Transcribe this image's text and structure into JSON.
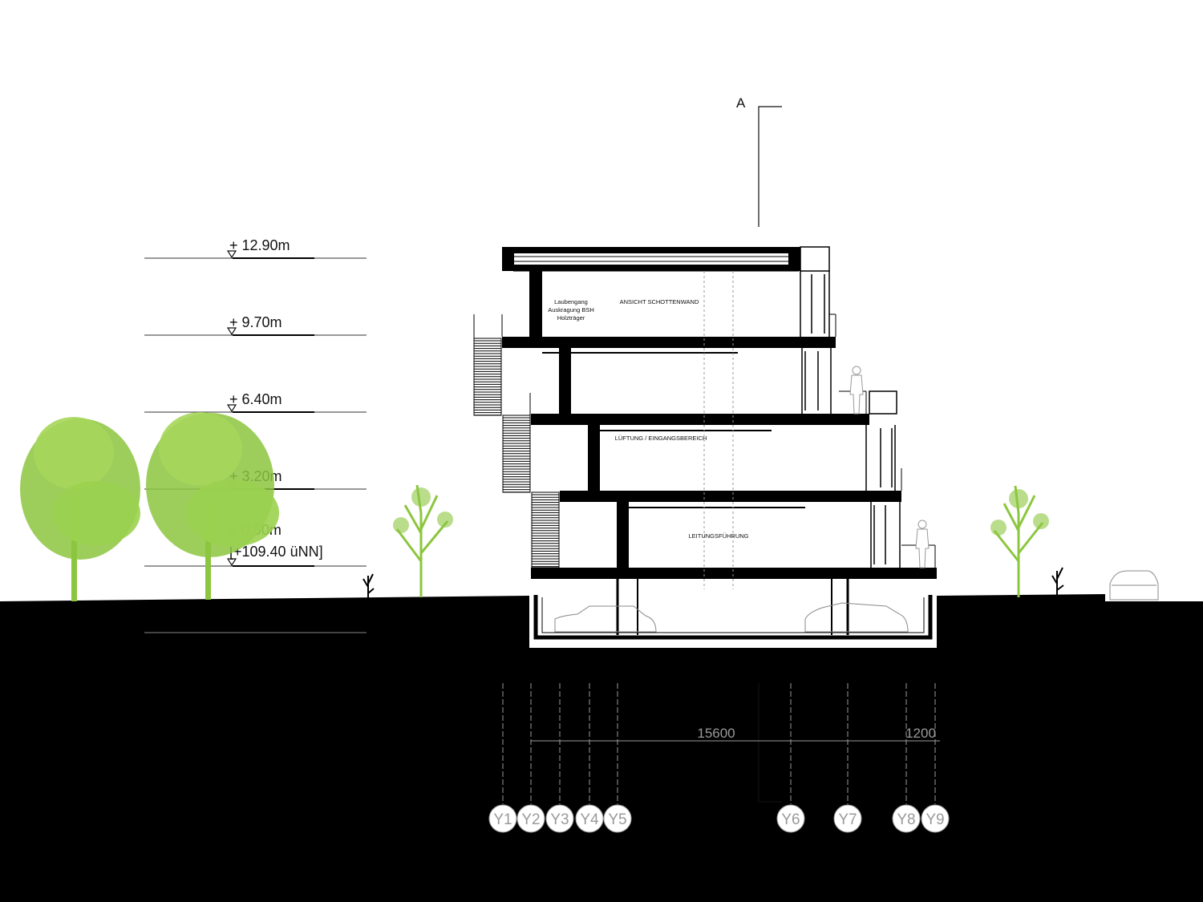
{
  "section_marker": "A",
  "levels": [
    {
      "label": "+ 12.90m"
    },
    {
      "label": "+ 9.70m"
    },
    {
      "label": "+ 6.40m"
    },
    {
      "label": "+ 3.20m"
    },
    {
      "label": "± 0.00m",
      "sublabel": "[+109.40 üNN]"
    }
  ],
  "room_labels": {
    "laubengang": [
      "Laubengang",
      "Auskragung BSH",
      "Holzträger"
    ],
    "schottenwand": "ANSICHT SCHOTTENWAND",
    "lueftung": "LÜFTUNG / EINGANGSBEREICH",
    "leitung": "LEITUNGSFÜHRUNG"
  },
  "dimensions": {
    "main": "15600",
    "cantilever": "1200"
  },
  "grid_axes": [
    "Y1",
    "Y2",
    "Y3",
    "Y4",
    "Y5",
    "Y6",
    "Y7",
    "Y8",
    "Y9"
  ],
  "colors": {
    "ground": "#000000",
    "tree": "#8cc63f",
    "line": "#111111",
    "dim_line": "#9a9a9a",
    "figure": "#bdbdbd"
  }
}
